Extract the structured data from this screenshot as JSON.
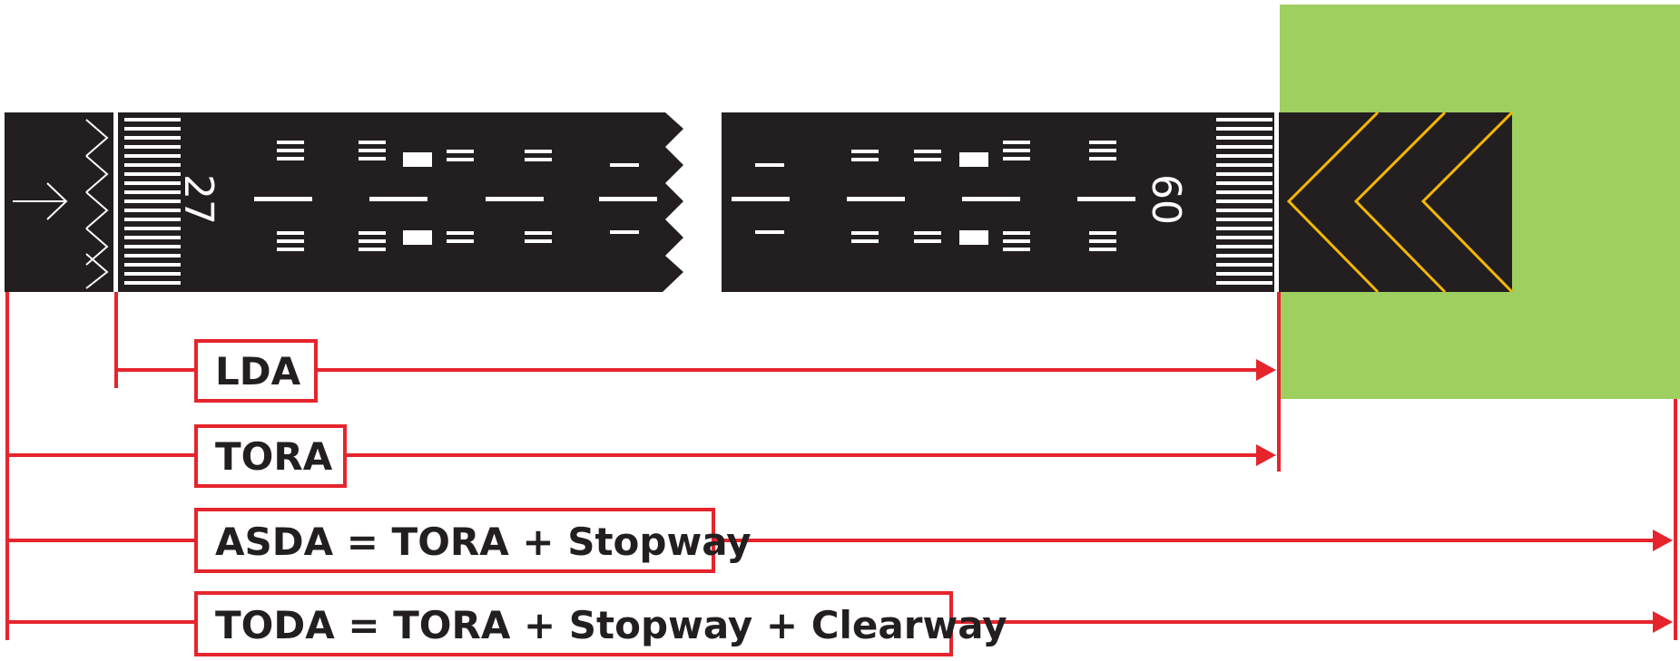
{
  "colors": {
    "runway": "#231f20",
    "marking": "#ffffff",
    "clearway": "#9ecf5f",
    "chevron": "#f5b800",
    "dimension": "#e5242c",
    "label_text": "#231f20"
  },
  "runway": {
    "left_designator": "27",
    "right_designator": "09",
    "arrow_icon": "right-arrow-icon"
  },
  "distances": [
    {
      "label": "LDA"
    },
    {
      "label": "TORA"
    },
    {
      "label": "ASDA = TORA + Stopway"
    },
    {
      "label": "TODA = TORA + Stopway + Clearway"
    }
  ]
}
